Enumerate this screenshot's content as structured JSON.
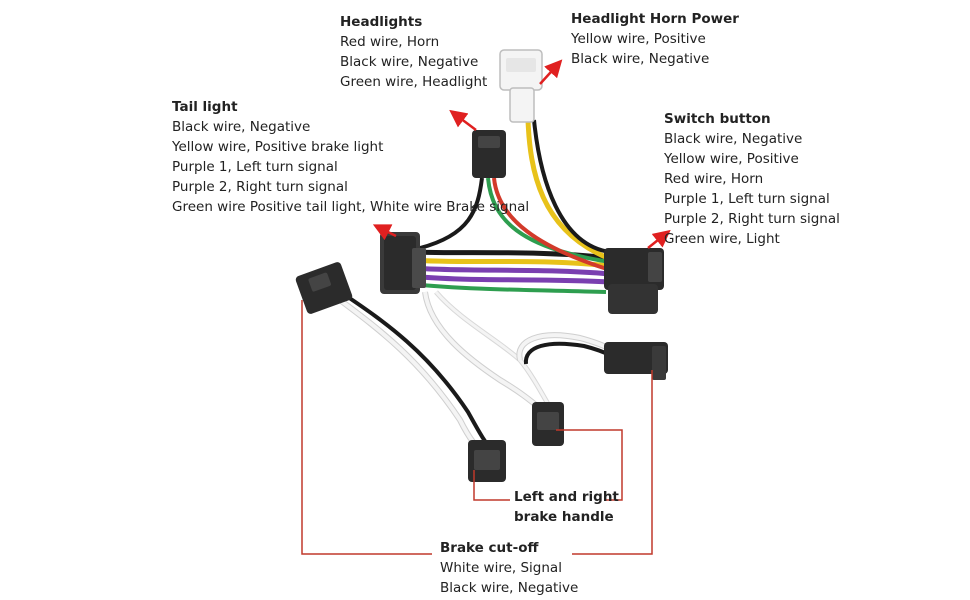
{
  "labels": {
    "headlights": {
      "title": "Headlights",
      "lines": [
        "Red wire, Horn",
        "Black wire, Negative",
        "Green wire, Headlight"
      ]
    },
    "headlight_horn_power": {
      "title": "Headlight Horn Power",
      "lines": [
        "Yellow wire, Positive",
        "Black wire, Negative"
      ]
    },
    "tail_light": {
      "title": "Tail light",
      "lines": [
        "Black wire, Negative",
        "Yellow wire, Positive brake light",
        "Purple 1, Left turn signal",
        "Purple 2, Right turn signal",
        "Green wire Positive tail light, White wire Brake signal"
      ]
    },
    "switch_button": {
      "title": "Switch button",
      "lines": [
        "Black wire, Negative",
        "Yellow wire, Positive",
        "Red wire, Horn",
        "Purple 1, Left turn signal",
        "Purple 2, Right turn signal",
        "Green wire, Light"
      ]
    },
    "brake_handle": {
      "lines": [
        "Left and right",
        "brake handle"
      ]
    },
    "brake_cutoff": {
      "title": "Brake cut-off",
      "lines": [
        "White wire, Signal",
        "Black wire, Negative"
      ]
    }
  },
  "colors": {
    "arrow": "#e02020",
    "leader": "#c0392b",
    "connector": "#2b2b2b",
    "connector_white": "#f4f4f4",
    "wire_black": "#1a1a1a",
    "wire_yellow": "#e8c21a",
    "wire_purple": "#7a3fb0",
    "wire_green": "#2e9e4f",
    "wire_red": "#d23a2a",
    "wire_white": "#f2f2f2"
  }
}
